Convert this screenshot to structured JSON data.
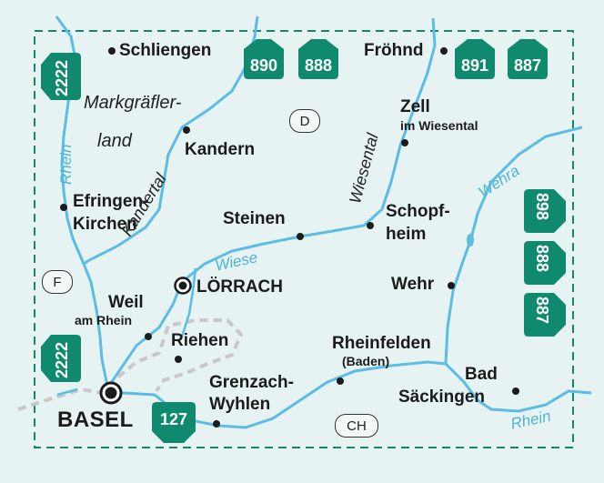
{
  "places": [
    {
      "id": "schliengen",
      "name": "Schliengen"
    },
    {
      "id": "frohnd",
      "name": "Fröhnd"
    },
    {
      "id": "zell",
      "name": "Zell"
    },
    {
      "id": "zell-sub",
      "name": "im Wiesental"
    },
    {
      "id": "kandern",
      "name": "Kandern"
    },
    {
      "id": "efringen-1",
      "name": "Efringen-"
    },
    {
      "id": "efringen-2",
      "name": "Kirchen"
    },
    {
      "id": "steinen",
      "name": "Steinen"
    },
    {
      "id": "schopfheim-1",
      "name": "Schopf-"
    },
    {
      "id": "schopfheim-2",
      "name": "heim"
    },
    {
      "id": "weil",
      "name": "Weil"
    },
    {
      "id": "weil-sub",
      "name": "am Rhein"
    },
    {
      "id": "lorrach",
      "name": "LÖRRACH"
    },
    {
      "id": "wehr",
      "name": "Wehr"
    },
    {
      "id": "riehen",
      "name": "Riehen"
    },
    {
      "id": "rheinfelden",
      "name": "Rheinfelden"
    },
    {
      "id": "rheinfelden-sub",
      "name": "(Baden)"
    },
    {
      "id": "grenzach-1",
      "name": "Grenzach-"
    },
    {
      "id": "grenzach-2",
      "name": "Wyhlen"
    },
    {
      "id": "sackingen-1",
      "name": "Bad"
    },
    {
      "id": "sackingen-2",
      "name": "Säckingen"
    },
    {
      "id": "basel",
      "name": "BASEL"
    }
  ],
  "regions": [
    {
      "id": "markgrafler-1",
      "name": "Markgräfler-"
    },
    {
      "id": "markgrafler-2",
      "name": "land"
    },
    {
      "id": "kandertal",
      "name": "Kandertal"
    },
    {
      "id": "wiesental",
      "name": "Wiesental"
    }
  ],
  "rivers": [
    {
      "id": "rhein-north",
      "name": "Rhein"
    },
    {
      "id": "wiese",
      "name": "Wiese"
    },
    {
      "id": "wehra",
      "name": "Wehra"
    },
    {
      "id": "rhein-south",
      "name": "Rhein"
    }
  ],
  "countries": [
    {
      "id": "germany",
      "code": "D"
    },
    {
      "id": "france",
      "code": "F"
    },
    {
      "id": "switzerland",
      "code": "CH"
    }
  ],
  "adjacent_sheets": [
    {
      "id": "sheet-890",
      "number": "890"
    },
    {
      "id": "sheet-888-top",
      "number": "888"
    },
    {
      "id": "sheet-891",
      "number": "891"
    },
    {
      "id": "sheet-887-top",
      "number": "887"
    },
    {
      "id": "sheet-2222-top",
      "number": "2222"
    },
    {
      "id": "sheet-2222-bottom",
      "number": "2222"
    },
    {
      "id": "sheet-898-right",
      "number": "898"
    },
    {
      "id": "sheet-888-right",
      "number": "888"
    },
    {
      "id": "sheet-887-right",
      "number": "887"
    },
    {
      "id": "sheet-127",
      "number": "127"
    }
  ],
  "colors": {
    "background": "#e6f3f2",
    "river": "#5bbde3",
    "sheet_badge": "#0f8a6e",
    "border_line": "#0f8a6e",
    "country_border": "#c8c8c8"
  }
}
